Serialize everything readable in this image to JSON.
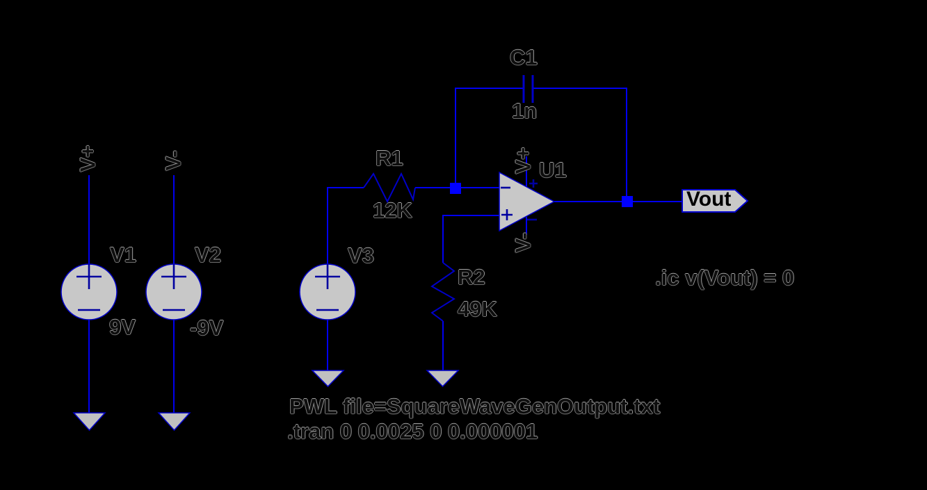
{
  "colors": {
    "background": "#000000",
    "wire": "#0000EF",
    "component_outline": "#0000C8",
    "symbol_mark": "#0000A0",
    "component_fill": "#C8C8C8",
    "junction": "#0000FF",
    "label_text": "#0E0E0E",
    "label_halo": "#9A9A9A",
    "port_text": "#000000"
  },
  "components": {
    "v1": {
      "designator": "V1",
      "value": "9V",
      "net": "V+"
    },
    "v2": {
      "designator": "V2",
      "value": "-9V",
      "net": "V-"
    },
    "v3": {
      "designator": "V3"
    },
    "r1": {
      "designator": "R1",
      "value": "12K"
    },
    "r2": {
      "designator": "R2",
      "value": "49K"
    },
    "c1": {
      "designator": "C1",
      "value": "1n"
    },
    "u1": {
      "designator": "U1",
      "vplus_pin": "V+",
      "vminus_pin": "V-"
    }
  },
  "ports": {
    "vout": "Vout"
  },
  "directives": {
    "ic": ".ic v(Vout) = 0",
    "pwl": "PWL file=SquareWaveGenOutput.txt",
    "tran": ".tran 0 0.0025 0 0.000001"
  }
}
